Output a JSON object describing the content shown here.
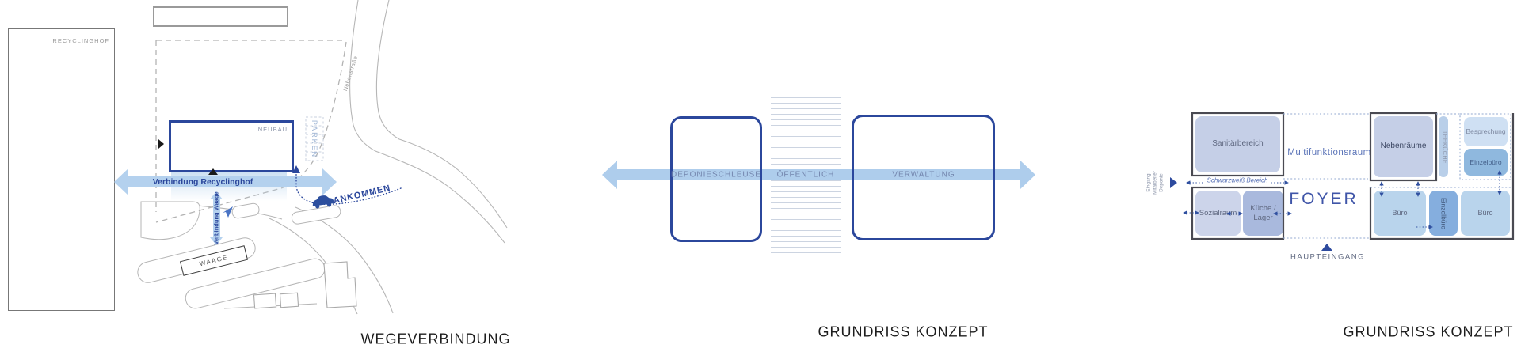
{
  "colors": {
    "navy": "#2b479c",
    "arrow_blue": "#b4d1ee",
    "band_blue": "#aecdec",
    "zone_label_blue": "#7385ad",
    "foyer_blue": "#3f55a8",
    "multifunction_blue": "#5b74b8",
    "gray_text": "#8a93a8",
    "wall_dark": "#4a4a52",
    "room_periwinkle": "#c5cfe7",
    "room_lavender": "#ccd4ea",
    "room_mid_blue": "#a9b9dd",
    "room_steel_blue": "#b9d4ec",
    "room_accent_blue": "#85aede",
    "room_pale_blue": "#cfe0f3"
  },
  "icons": {
    "car": "car-silhouette",
    "pedestrian": "paper-plane-direction",
    "entry_marker": "triangle-right",
    "main_entrance_marker": "triangle-up",
    "building_markers": "black-triangles"
  },
  "panels": {
    "wegeverbindung": {
      "caption": "WEGEVERBINDUNG",
      "recyclinghof": "RECYCLINGHOF",
      "neubau": "NEUBAU",
      "parken": "PARKEN",
      "street": "Nebenstraße",
      "verbindung_recyclinghof": "Verbindung Recyclinghof",
      "verbindung_waage": "Verbindung Waage",
      "ankommen": "ANKOMMEN",
      "waage": "WAAGE"
    },
    "funktionskonzept": {
      "caption": "GRUNDRISS KONZEPT",
      "zones": [
        "DEPONIESCHLEUSE",
        "ÖFFENTLICH",
        "VERWALTUNG"
      ]
    },
    "grundriss": {
      "caption": "GRUNDRISS KONZEPT",
      "rooms": {
        "sanitaerbereich": "Sanitärbereich",
        "multifunktionsraum": "Multifunktionsraum",
        "nebenraeume": "Nebenräume",
        "teekueche": "TEEKÜCHE",
        "besprechung": "Besprechung",
        "einzelbuero_top": "Einzelbüro",
        "sozialraum": "Sozialraum",
        "kueche_lager": "Küche / Lager",
        "foyer": "FOYER",
        "buero_left": "Büro",
        "einzelbuero_mid": "Einzelbüro",
        "buero_right": "Büro"
      },
      "annotations": {
        "schwarzweiss": "Schwarzweiß Bereich",
        "haupteingang": "HAUPTEINGANG",
        "eingang_mitarbeiter": "Eingang Mitarbeiter Deponie"
      }
    }
  }
}
